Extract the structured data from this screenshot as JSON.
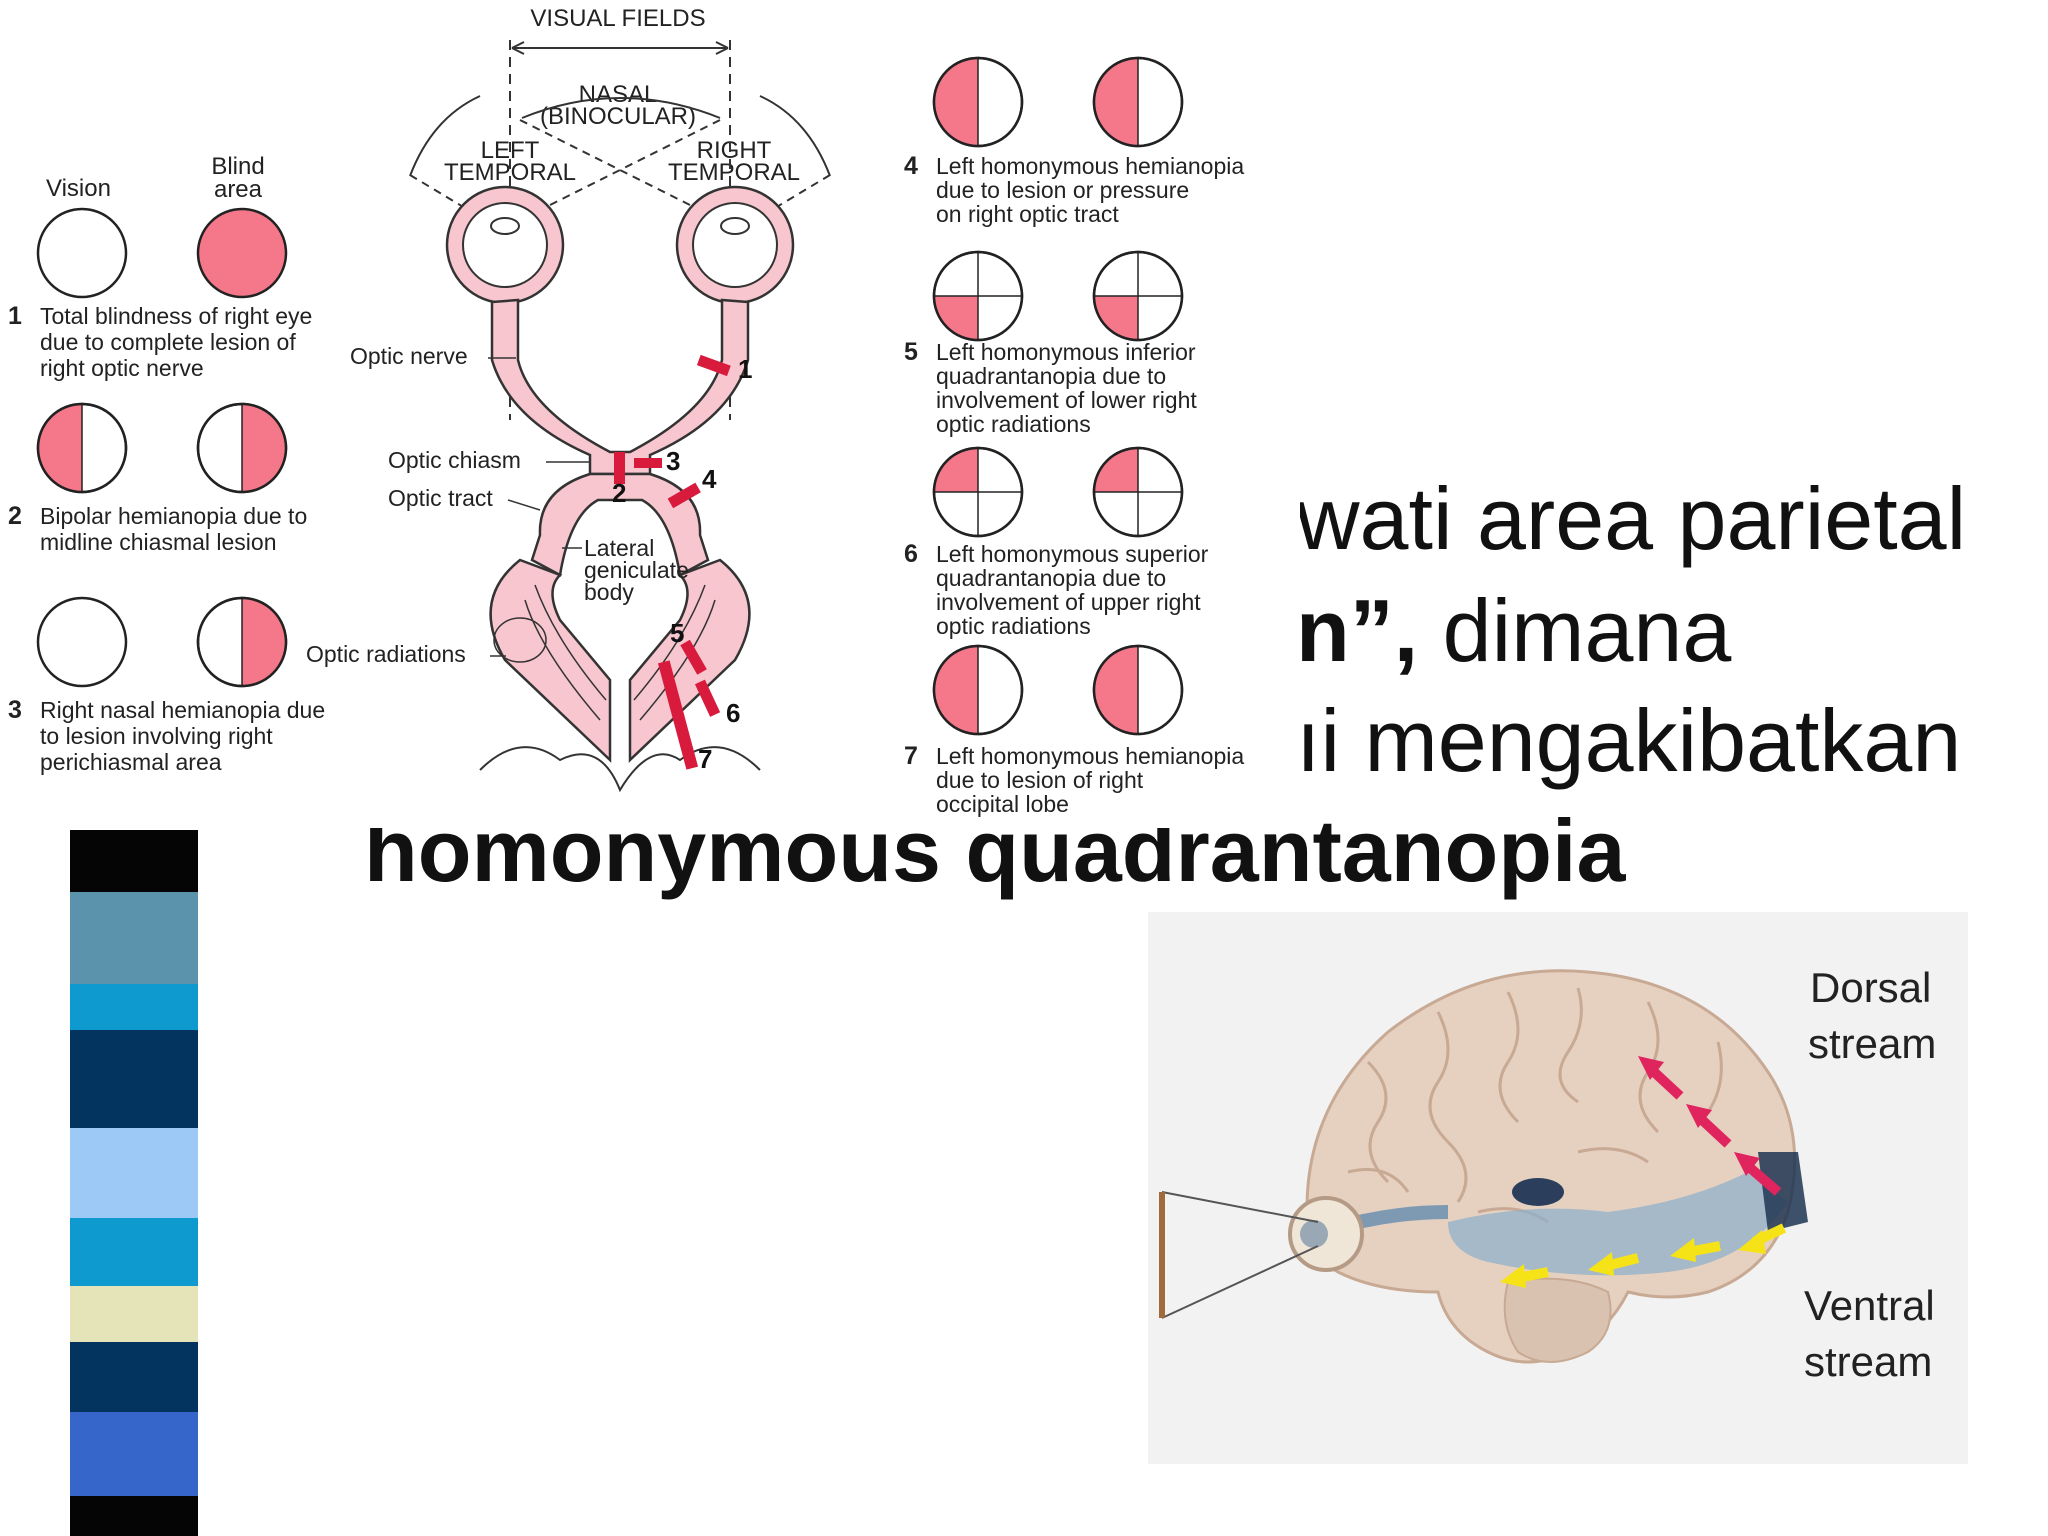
{
  "slide": {
    "line1": "wati area parietal",
    "line2_bold": "n”,",
    "line2_rest": " dimana",
    "line3": "ıi mengakibatkan",
    "line4": "homonymous quadrantanopia"
  },
  "colors": {
    "blind": "#f4788a",
    "pathway": "#f7c6cf",
    "lesion": "#d81b3c",
    "stripe_bar": [
      "#050505",
      "#5b93ac",
      "#0e99cf",
      "#03335f",
      "#9cc9f5",
      "#0e99cf",
      "#e5e4b8",
      "#03335f",
      "#3666c9",
      "#050505"
    ]
  },
  "diagram": {
    "header": "VISUAL FIELDS",
    "nasal": "NASAL",
    "binocular": "(BINOCULAR)",
    "left_temporal_1": "LEFT",
    "left_temporal_2": "TEMPORAL",
    "right_temporal_1": "RIGHT",
    "right_temporal_2": "TEMPORAL",
    "vision_label": "Vision",
    "blind_label_1": "Blind",
    "blind_label_2": "area",
    "optic_nerve": "Optic nerve",
    "optic_chiasm": "Optic chiasm",
    "optic_tract": "Optic tract",
    "lgb_1": "Lateral",
    "lgb_2": "geniculate",
    "lgb_3": "body",
    "optic_radiations": "Optic radiations",
    "lesion_numbers": [
      "1",
      "2",
      "3",
      "4",
      "5",
      "6",
      "7"
    ],
    "cases": [
      {
        "num": "1",
        "lines": [
          "Total blindness of right eye",
          "due to complete lesion of",
          "right optic nerve"
        ]
      },
      {
        "num": "2",
        "lines": [
          "Bipolar hemianopia due to",
          "midline chiasmal lesion"
        ]
      },
      {
        "num": "3",
        "lines": [
          "Right nasal hemianopia due",
          "to lesion involving right",
          "perichiasmal area"
        ]
      },
      {
        "num": "4",
        "lines": [
          "Left homonymous hemianopia",
          "due to lesion or pressure",
          "on right optic tract"
        ]
      },
      {
        "num": "5",
        "lines": [
          "Left homonymous inferior",
          "quadrantanopia due to",
          "involvement of lower right",
          "optic radiations"
        ]
      },
      {
        "num": "6",
        "lines": [
          "Left homonymous superior",
          "quadrantanopia due to",
          "involvement of upper right",
          "optic radiations"
        ]
      },
      {
        "num": "7",
        "lines": [
          "Left homonymous hemianopia",
          "due to lesion of right",
          "occipital lobe"
        ]
      }
    ]
  },
  "brain": {
    "dorsal_1": "Dorsal",
    "dorsal_2": "stream",
    "ventral_1": "Ventral",
    "ventral_2": "stream"
  }
}
